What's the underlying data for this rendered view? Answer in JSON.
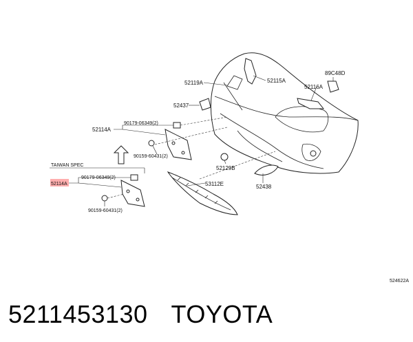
{
  "labels": {
    "p52119A": "52119A",
    "p52115A": "52115A",
    "p89C48D": "89C48D",
    "p52116A": "52116A",
    "p52437": "52437",
    "p52114A": "52114A",
    "p90179_upper": "90179-06349(2)",
    "p90159_upper": "90159-60431(2)",
    "p52129B": "52129B",
    "p52438": "52438",
    "p53112E": "53112E",
    "taiwan_spec": "TAIWAN SPEC",
    "p52114A_highlight": "52114A",
    "p90179_lower": "90179-06349(2)",
    "p90159_lower": "90159-60431(2)",
    "diagram_code": "524622A"
  },
  "footer": {
    "part_number": "5211453130",
    "brand": "TOYOTA"
  },
  "colors": {
    "highlight": "#ff6b6b",
    "line": "#222222"
  }
}
